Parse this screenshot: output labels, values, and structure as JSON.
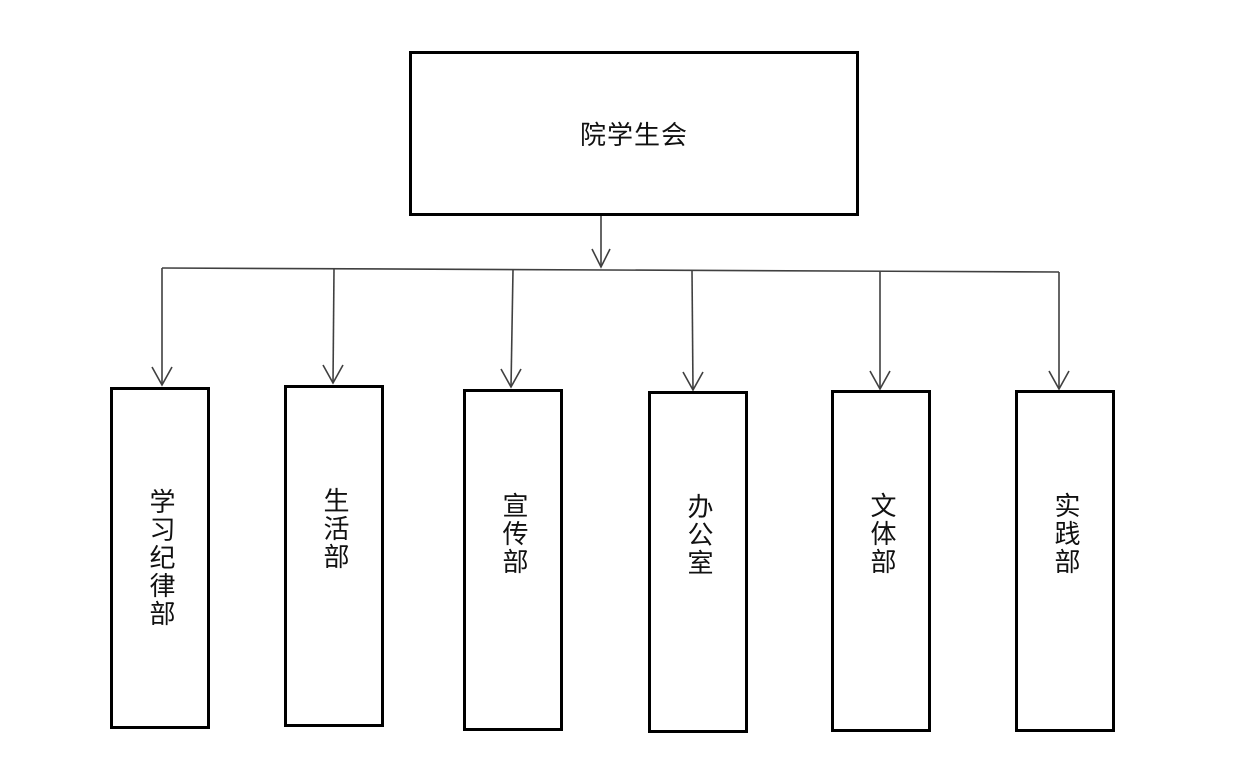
{
  "diagram": {
    "root": {
      "label": "院学生会"
    },
    "departments": [
      {
        "label": "学习纪律部"
      },
      {
        "label": "生活部"
      },
      {
        "label": "宣传部"
      },
      {
        "label": "办公室"
      },
      {
        "label": "文体部"
      },
      {
        "label": "实践部"
      }
    ],
    "colors": {
      "border": "#000000",
      "connector": "#404040",
      "text": "#111111",
      "background": "#ffffff"
    }
  }
}
